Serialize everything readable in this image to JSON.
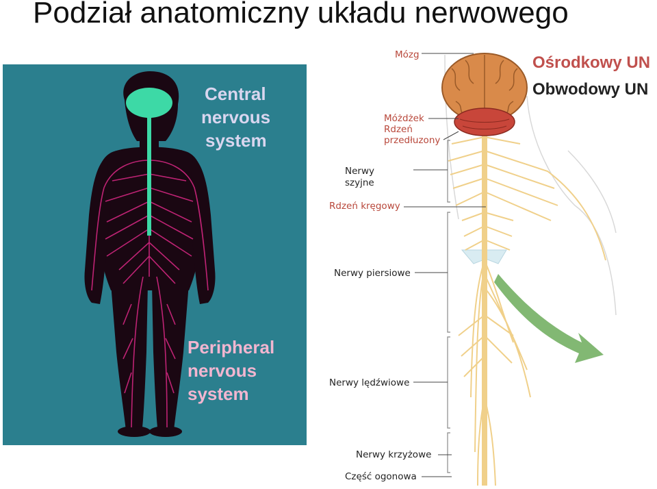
{
  "title": "Podział anatomiczny układu nerwowego",
  "left_panel": {
    "central_label": [
      "Central",
      "nervous",
      "system"
    ],
    "peripheral_label": [
      "Peripheral",
      "nervous",
      "system"
    ]
  },
  "legend": {
    "central": "Ośrodkowy UN",
    "peripheral": "Obwodowy UN",
    "central_color": "#c0504d",
    "peripheral_color": "#222222"
  },
  "labels": {
    "brain": "Mózg",
    "cerebellum": "Móżdżek",
    "medulla_1": "Rdzeń",
    "medulla_2": "przedłuzony",
    "cervical_1": "Nerwy",
    "cervical_2": "szyjne",
    "spinal_cord": "Rdzeń kręgowy",
    "thoracic": "Nerwy piersiowe",
    "lumbar": "Nerwy lędźwiowe",
    "sacral": "Nerwy krzyżowe",
    "cauda": "Część ogonowa"
  },
  "colors": {
    "teal_bg": "#2b7f8e",
    "brain_green": "#3dd9a6",
    "nerve_magenta": "#c8257a",
    "body_dark": "#1a0712",
    "nerve_yellow": "#f0d08a",
    "cerebrum": "#d98a4a",
    "cerebellum_red": "#c8463a",
    "arrow_green": "#6cac5a"
  }
}
